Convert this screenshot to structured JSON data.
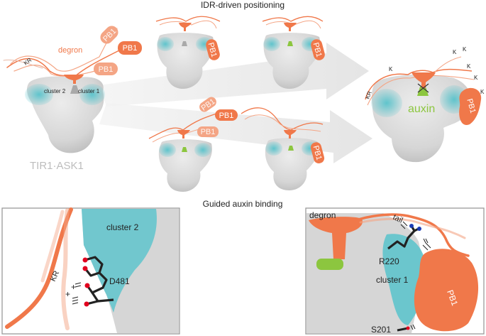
{
  "titles": {
    "top": "IDR-driven positioning",
    "bottom": "Guided auxin binding"
  },
  "labels": {
    "degron": "degron",
    "pb1": "PB1",
    "kr": "KR",
    "k": "K",
    "cluster1": "cluster 1",
    "cluster2": "cluster 2",
    "receptor": "TIR1·ASK1",
    "auxin": "auxin",
    "tail": "tail",
    "d481": "D481",
    "r220": "R220",
    "s201": "S201",
    "plus": "+"
  },
  "colors": {
    "orange": "#f0784a",
    "orange_light": "#f4a585",
    "teal": "#5fc4cc",
    "grey_body": "#d6d6d6",
    "grey_dark": "#a9a9a9",
    "auxin_green": "#8cc63f",
    "arrow_grey": "#e6e6e6",
    "panel_border": "#9a9a9a"
  }
}
